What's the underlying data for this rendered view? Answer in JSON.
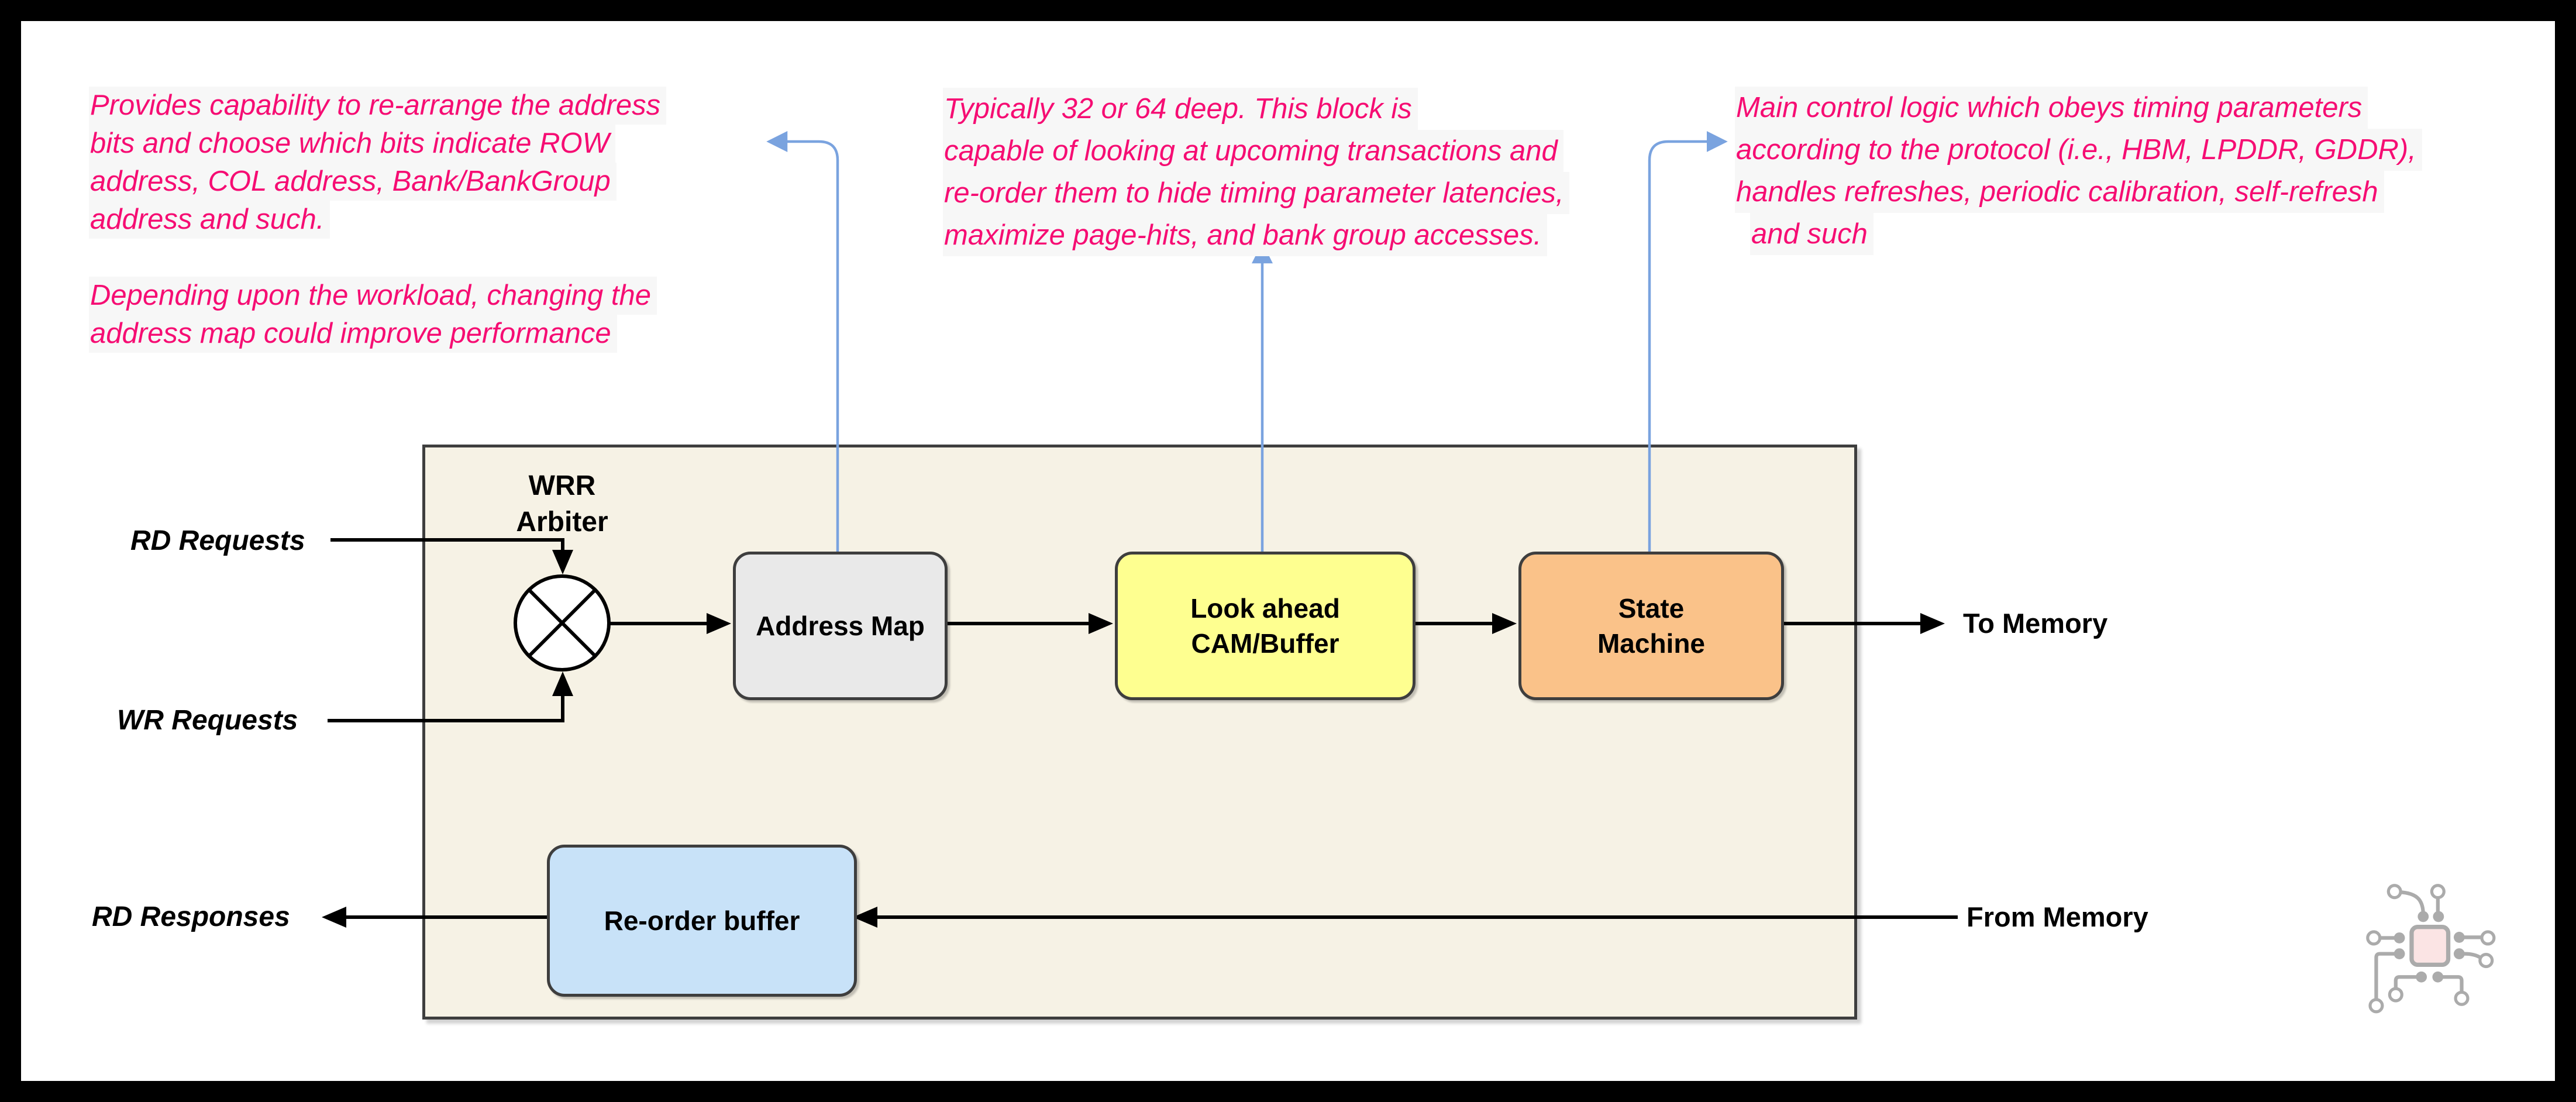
{
  "colors": {
    "annotation_pink": "#F60D73",
    "callout_blue": "#7AA3DF",
    "container_fill": "#F6F2E5",
    "address_map_fill": "#E9E9E9",
    "look_ahead_fill": "#FEFF90",
    "state_machine_fill": "#FAC289",
    "reorder_fill": "#C8E2F8",
    "block_border": "#3E3E3E",
    "chip_logo_gray": "#ABABAB",
    "chip_logo_pink": "#FBE4E4"
  },
  "annotations": {
    "address_map_note": {
      "para1": [
        "Provides capability to re-arrange the address",
        "bits and choose which bits indicate ROW",
        "address, COL address, Bank/BankGroup",
        "address and such."
      ],
      "para2": [
        "Depending upon the workload, changing the",
        "address map could improve performance"
      ]
    },
    "look_ahead_note": {
      "lines": [
        "Typically 32 or 64 deep.  This block is",
        "capable of looking at upcoming transactions and",
        "re-order them to hide timing parameter latencies,",
        "maximize page-hits, and bank group accesses."
      ]
    },
    "state_machine_note": {
      "lines": [
        "Main control logic which obeys timing parameters",
        "according to the protocol (i.e., HBM, LPDDR, GDDR),",
        "handles refreshes, periodic calibration, self-refresh",
        "and such"
      ]
    }
  },
  "io_labels": {
    "rd_requests": "RD Requests",
    "wr_requests": "WR Requests",
    "rd_responses": "RD Responses",
    "to_memory": "To Memory",
    "from_memory": "From Memory"
  },
  "arbiter": {
    "line1": "WRR",
    "line2": "Arbiter"
  },
  "blocks": {
    "address_map": {
      "label": "Address Map"
    },
    "look_ahead": {
      "line1": "Look ahead",
      "line2": "CAM/Buffer"
    },
    "state_machine": {
      "line1": "State",
      "line2": "Machine"
    },
    "reorder_buffer": {
      "label": "Re-order buffer"
    }
  }
}
